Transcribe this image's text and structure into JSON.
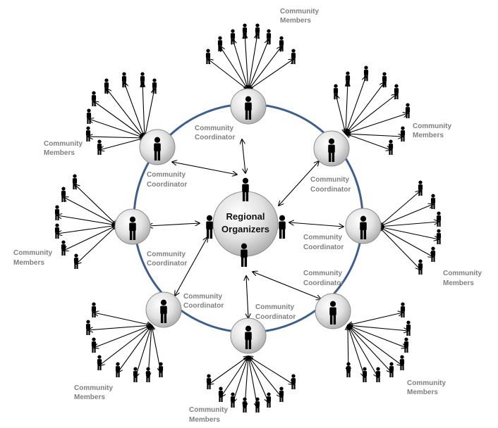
{
  "center": {
    "label_line1": "Regional",
    "label_line2": "Organizers"
  },
  "coordinators": [
    {
      "label_line1": "Community",
      "label_line2": "Coordinator"
    },
    {
      "label_line1": "Community",
      "label_line2": "Coordinator"
    },
    {
      "label_line1": "Community",
      "label_line2": "Coordinator"
    },
    {
      "label_line1": "Community",
      "label_line2": "Coordinator"
    },
    {
      "label_line1": "Community",
      "label_line2": "Coordinator"
    },
    {
      "label_line1": "Community",
      "label_line2": "Coordinator"
    },
    {
      "label_line1": "Community",
      "label_line2": "Coordinator"
    },
    {
      "label_line1": "Community",
      "label_line2": "Coordinator"
    }
  ],
  "member_groups": [
    {
      "label_line1": "Community",
      "label_line2": "Members"
    },
    {
      "label_line1": "Community",
      "label_line2": "Members"
    },
    {
      "label_line1": "Community",
      "label_line2": "Members"
    },
    {
      "label_line1": "Community",
      "label_line2": "Members"
    },
    {
      "label_line1": "Community",
      "label_line2": "Members"
    },
    {
      "label_line1": "Community",
      "label_line2": "Members"
    },
    {
      "label_line1": "Community",
      "label_line2": "Members"
    },
    {
      "label_line1": "Community",
      "label_line2": "Members"
    }
  ],
  "colors": {
    "ring": "#3d5f8f",
    "label_text": "#808080",
    "figure": "#000000",
    "node_fill": "#d9d9d9"
  }
}
